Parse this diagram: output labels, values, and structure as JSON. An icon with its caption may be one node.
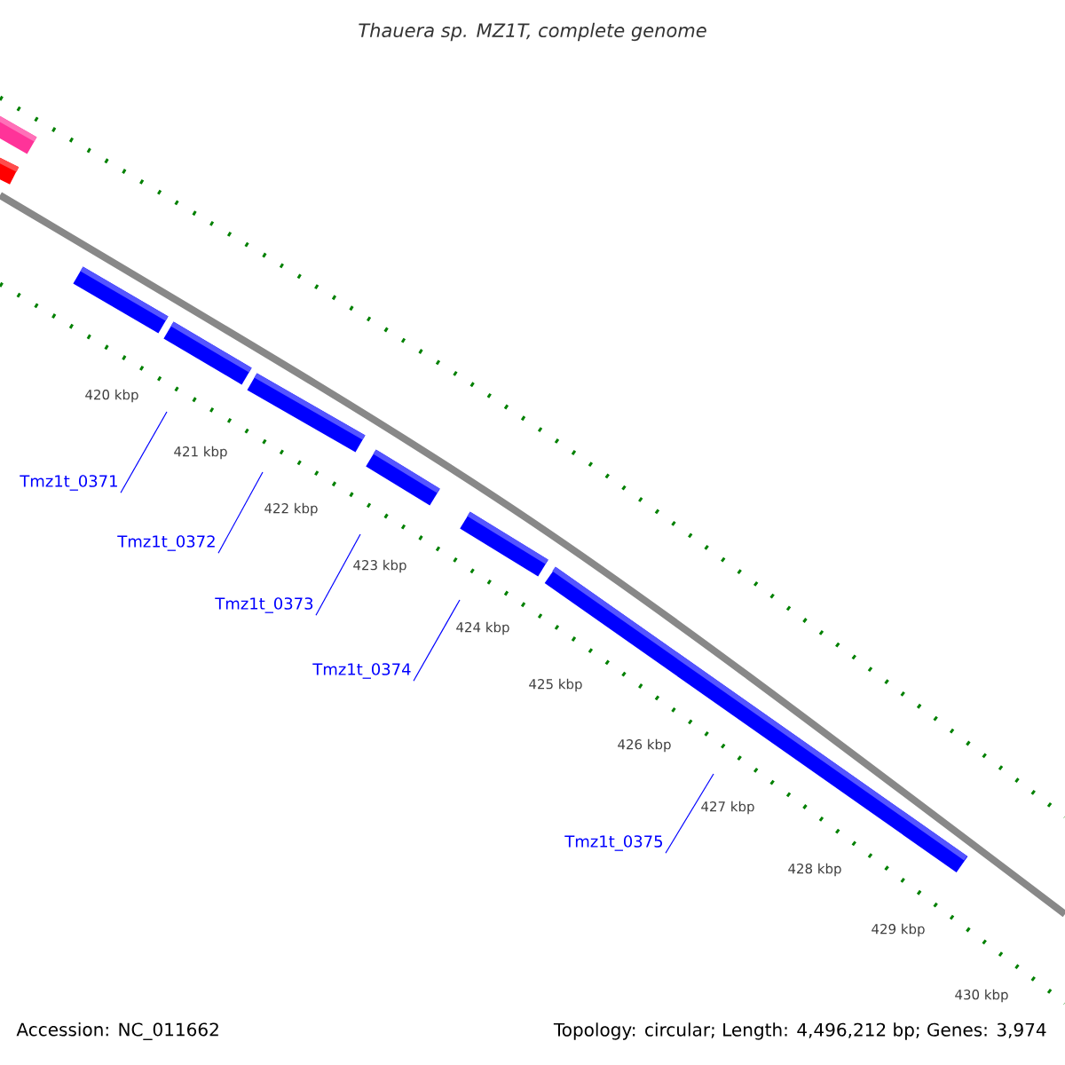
{
  "diagram": {
    "title": "Thauera sp. MZ1T, complete genome",
    "nodes": [
      {
        "text": [
          "Tmz1t_0371"
        ]
      },
      {
        "text": [
          "Tmz1t_0372"
        ]
      },
      {
        "text": [
          "Tmz1t_0373"
        ]
      },
      {
        "text": [
          "Tmz1t_0374"
        ]
      },
      {
        "text": [
          "Tmz1t_0375"
        ]
      }
    ],
    "edges": [
      {
        "from": 0,
        "to": null,
        "arrow": "none"
      },
      {
        "from": 1,
        "to": null,
        "arrow": "none"
      },
      {
        "from": 2,
        "to": null,
        "arrow": "none"
      },
      {
        "from": 3,
        "to": null,
        "arrow": "none"
      },
      {
        "from": 4,
        "to": null,
        "arrow": "none"
      }
    ],
    "labels": [
      "420 kbp",
      "421 kbp",
      "422 kbp",
      "423 kbp",
      "424 kbp",
      "425 kbp",
      "426 kbp",
      "427 kbp",
      "428 kbp",
      "429 kbp",
      "430 kbp",
      "Accession: NC_011662",
      "Topology: circular; Length: 4,496,212 bp; Genes: 3,974"
    ]
  }
}
